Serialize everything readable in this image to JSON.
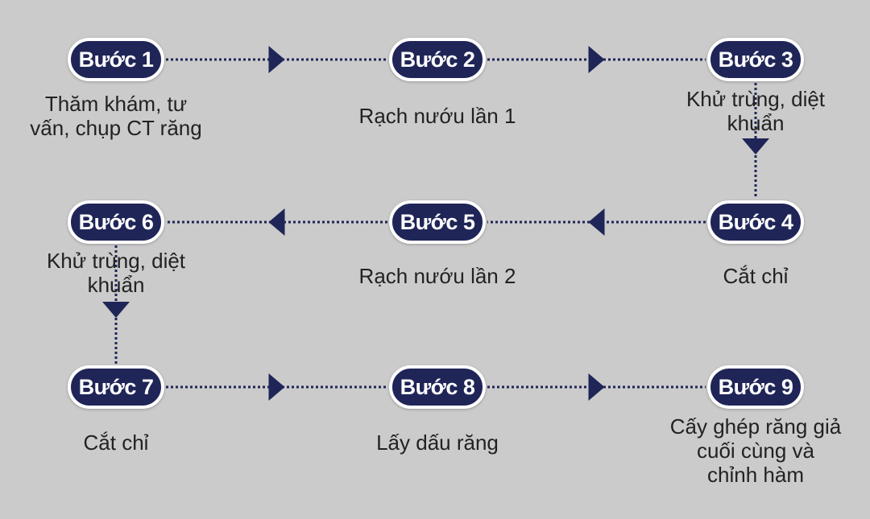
{
  "colors": {
    "background": "#cbcbcb",
    "pill_fill": "#1f2557",
    "pill_border": "#ffffff",
    "connector": "#1f2557",
    "text": "#222222"
  },
  "steps": [
    {
      "label": "Bước 1",
      "description": [
        "Thăm khám, tư",
        "vấn, chụp CT răng"
      ]
    },
    {
      "label": "Bước 2",
      "description": [
        "Rạch nướu lần 1"
      ]
    },
    {
      "label": "Bước 3",
      "description": [
        "Khử trùng, diệt",
        "khuẩn"
      ]
    },
    {
      "label": "Bước 4",
      "description": [
        "Cắt chỉ"
      ]
    },
    {
      "label": "Bước 5",
      "description": [
        "Rạch nướu lần 2"
      ]
    },
    {
      "label": "Bước 6",
      "description": [
        "Khử trùng, diệt",
        "khuẩn"
      ]
    },
    {
      "label": "Bước 7",
      "description": [
        "Cắt chỉ"
      ]
    },
    {
      "label": "Bước 8",
      "description": [
        "Lấy dấu răng"
      ]
    },
    {
      "label": "Bước 9",
      "description": [
        "Cấy ghép răng giả",
        "cuối cùng và",
        "chỉnh hàm"
      ]
    }
  ],
  "flow": [
    [
      1,
      2
    ],
    [
      2,
      3
    ],
    [
      3,
      4
    ],
    [
      4,
      5
    ],
    [
      5,
      6
    ],
    [
      6,
      7
    ],
    [
      7,
      8
    ],
    [
      8,
      9
    ]
  ]
}
